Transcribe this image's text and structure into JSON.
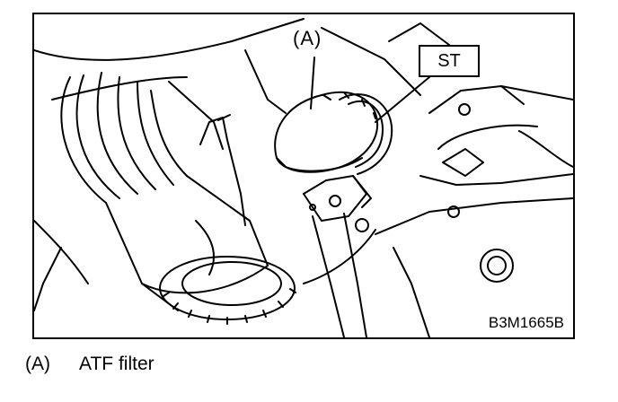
{
  "callouts": {
    "a": "(A)",
    "st": "ST"
  },
  "figure_code": "B3M1665B",
  "legend": [
    {
      "key": "(A)",
      "text": "ATF filter"
    }
  ]
}
